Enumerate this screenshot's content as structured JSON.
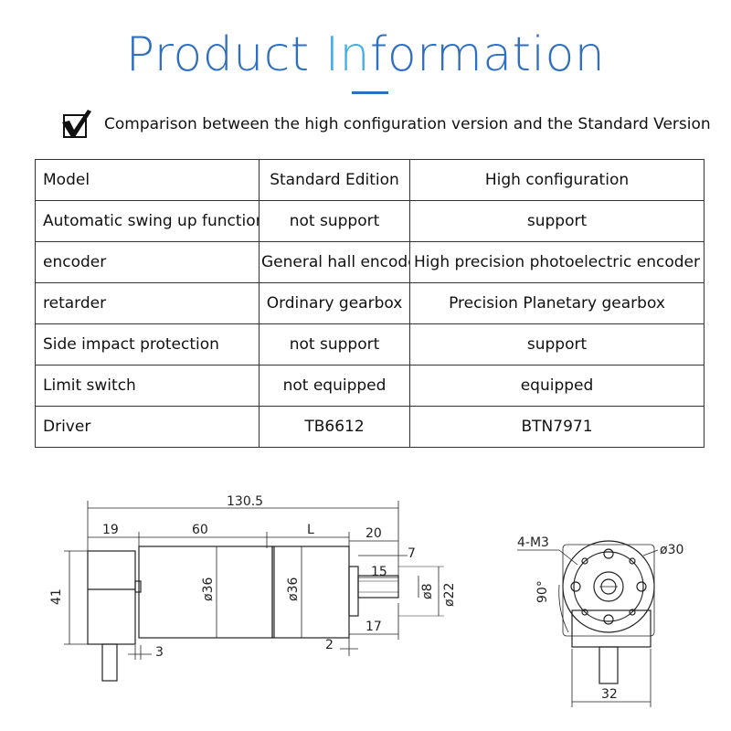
{
  "header": {
    "title_part1": "Product ",
    "title_part2": "In",
    "title_part3": "formation",
    "caption": "Comparison between the high configuration version and the Standard Version",
    "check_icon": "checkmark-box-icon",
    "title_color": "#2f6fc0",
    "accent_color": "#3fb0e6"
  },
  "table": {
    "rows": [
      [
        "Model",
        "Standard Edition",
        "High configuration"
      ],
      [
        "Automatic swing up function",
        "not support",
        "support"
      ],
      [
        "encoder",
        "General hall encoder",
        "High precision photoelectric encoder"
      ],
      [
        "retarder",
        "Ordinary gearbox",
        "Precision Planetary gearbox"
      ],
      [
        "Side impact protection",
        "not support",
        "support"
      ],
      [
        "Limit switch",
        "not equipped",
        "equipped"
      ],
      [
        "Driver",
        "TB6612",
        "BTN7971"
      ]
    ]
  },
  "drawing": {
    "side_view": {
      "total_length": "130.5",
      "seg_19": "19",
      "seg_60": "60",
      "seg_L": "L",
      "seg_20": "20",
      "dim_7": "7",
      "dim_15": "15",
      "dia_36_a": "ø36",
      "dia_36_b": "ø36",
      "dia_8": "ø8",
      "dia_22": "ø22",
      "dim_17": "17",
      "dim_2": "2",
      "dim_3": "3",
      "dim_41": "41"
    },
    "end_view": {
      "thread_label": "4-M3",
      "dia_30": "ø30",
      "angle_90": "90°",
      "width_32": "32"
    }
  }
}
